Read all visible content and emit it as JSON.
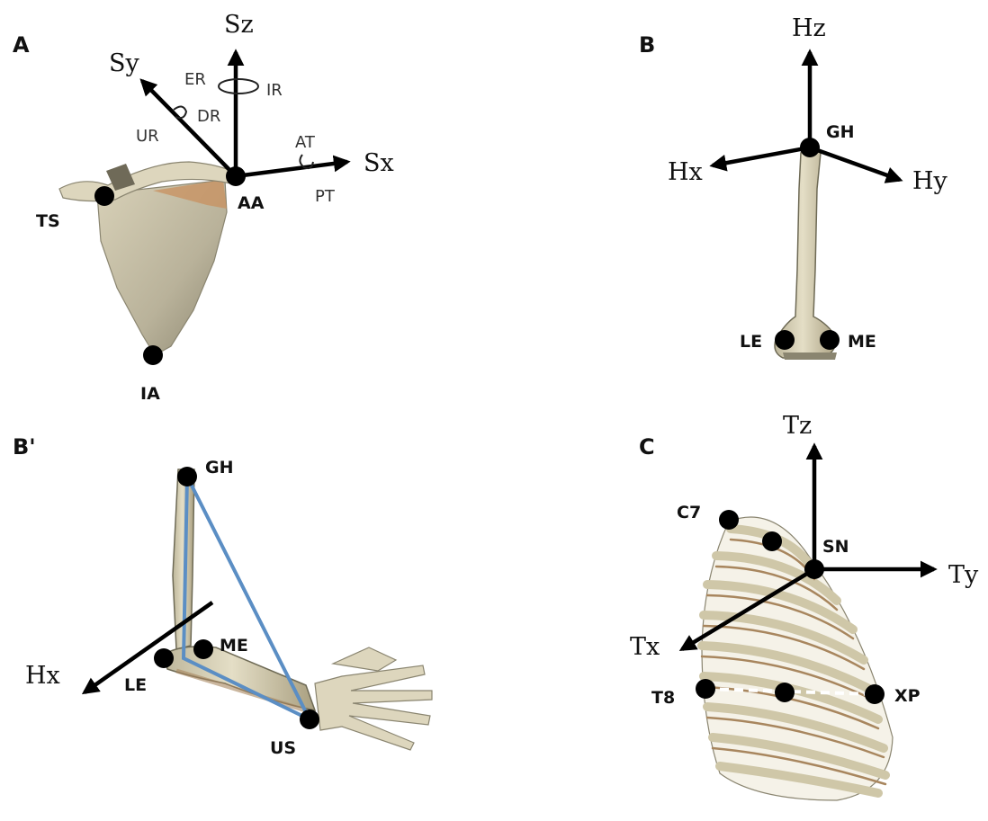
{
  "panels": {
    "A": {
      "letter": "A",
      "axes": {
        "z": "Sz",
        "y": "Sy",
        "x": "Sx"
      },
      "rotations": {
        "er": "ER",
        "ir": "IR",
        "dr": "DR",
        "ur": "UR",
        "at": "AT",
        "pt": "PT"
      },
      "landmarks": {
        "aa": "AA",
        "ts": "TS",
        "ia": "IA"
      }
    },
    "B": {
      "letter": "B",
      "axes": {
        "z": "Hz",
        "x": "Hx",
        "y": "Hy"
      },
      "landmarks": {
        "gh": "GH",
        "le": "LE",
        "me": "ME"
      }
    },
    "B2": {
      "letter": "B'",
      "axes": {
        "x": "Hx"
      },
      "landmarks": {
        "gh": "GH",
        "me": "ME",
        "le": "LE",
        "us": "US"
      }
    },
    "C": {
      "letter": "C",
      "axes": {
        "z": "Tz",
        "y": "Ty",
        "x": "Tx"
      },
      "landmarks": {
        "c7": "C7",
        "sn": "SN",
        "t8": "T8",
        "xp": "XP"
      }
    }
  },
  "colors": {
    "bone": "#d9d2b4",
    "bone_shadow": "#a8865e",
    "triangle": "#5b8ec4",
    "axis": "#000000"
  }
}
